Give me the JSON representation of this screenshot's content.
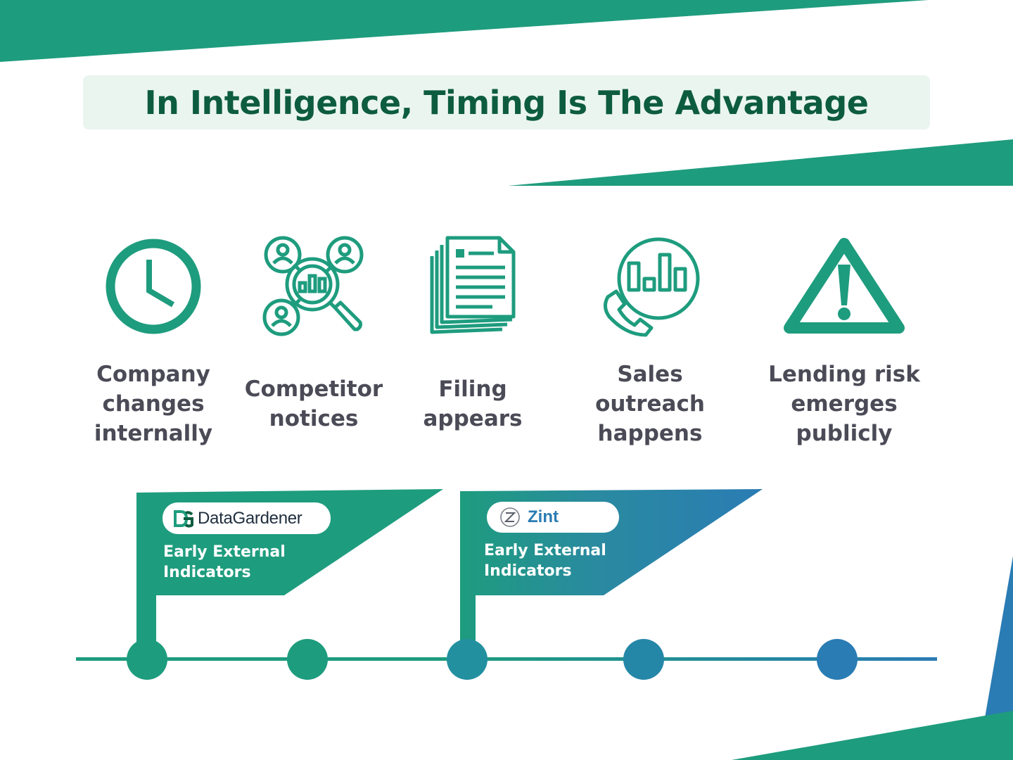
{
  "title": "In Intelligence, Timing Is The Advantage",
  "colors": {
    "green": "#1e9c7e",
    "dark_green": "#0d5c3f",
    "blue": "#2a7cb4",
    "label_gray": "#4b4b57",
    "title_bg": "#ebf5f0"
  },
  "steps": [
    {
      "icon": "clock-icon",
      "label": [
        "Company",
        "changes",
        "internally"
      ]
    },
    {
      "icon": "network-magnifier-icon",
      "label": [
        "Competitor",
        "notices"
      ]
    },
    {
      "icon": "documents-icon",
      "label": [
        "Filing",
        "appears"
      ]
    },
    {
      "icon": "phone-chart-icon",
      "label": [
        "Sales",
        "outreach",
        "happens"
      ]
    },
    {
      "icon": "warning-icon",
      "label": [
        "Lending risk",
        "emerges",
        "publicly"
      ]
    }
  ],
  "flags": [
    {
      "brand": "DataGardener",
      "logo_text": "DG",
      "text": [
        "Early External",
        "Indicators"
      ]
    },
    {
      "brand": "Zint",
      "logo_text": "Z",
      "text": [
        "Early External",
        "Indicators"
      ]
    }
  ]
}
